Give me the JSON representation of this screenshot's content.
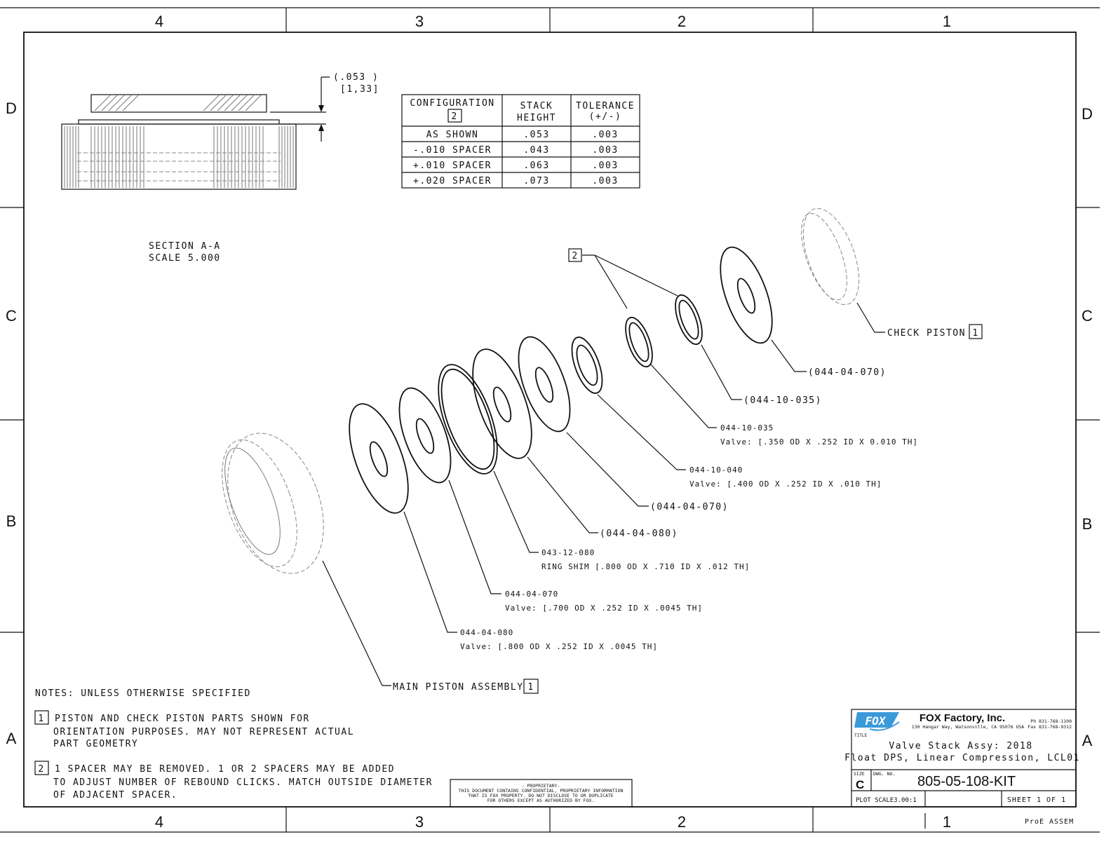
{
  "zones": {
    "columns": [
      "4",
      "3",
      "2",
      "1"
    ],
    "rows": [
      "D",
      "C",
      "B",
      "A"
    ]
  },
  "section": {
    "title": "SECTION  A-A",
    "scale": "SCALE  5.000",
    "dim_in": "(.053  )",
    "dim_mm": "[1,33]"
  },
  "config_table": {
    "headers": [
      "CONFIGURATION",
      "STACK",
      "HEIGHT",
      "TOLERANCE",
      "(+/-)"
    ],
    "config_flag": "2",
    "rows": [
      [
        "AS SHOWN",
        ".053",
        ".003"
      ],
      [
        "-.010 SPACER",
        ".043",
        ".003"
      ],
      [
        "+.010 SPACER",
        ".063",
        ".003"
      ],
      [
        "+.020 SPACER",
        ".073",
        ".003"
      ]
    ]
  },
  "callouts": {
    "flag2": "2",
    "check_piston": "CHECK PISTON",
    "check_flag": "1",
    "c1": "(044-04-070)",
    "c2": "(044-10-035)",
    "c3_pn": "044-10-035",
    "c3_desc": "Valve: [.350 OD X .252 ID X 0.010 TH]",
    "c4_pn": "044-10-040",
    "c4_desc": "Valve: [.400 OD X .252 ID X .010 TH]",
    "c5": "(044-04-070)",
    "c6": "(044-04-080)",
    "c7_pn": "043-12-080",
    "c7_desc": "RING SHIM [.800 OD X .710 ID X .012 TH]",
    "c8_pn": "044-04-070",
    "c8_desc": "Valve: [.700 OD X .252 ID X .0045 TH]",
    "c9_pn": "044-04-080",
    "c9_desc": "Valve: [.800 OD X .252 ID X .0045 TH]",
    "main_piston": "MAIN PISTON ASSEMBLY",
    "main_flag": "1"
  },
  "notes": {
    "heading": "NOTES: UNLESS OTHERWISE SPECIFIED",
    "n1_flag": "1",
    "n1": [
      "PISTON AND CHECK PISTON PARTS SHOWN FOR",
      "ORIENTATION PURPOSES. MAY NOT REPRESENT ACTUAL",
      "PART GEOMETRY"
    ],
    "n2_flag": "2",
    "n2": [
      "1 SPACER MAY BE REMOVED.  1 OR 2 SPACERS MAY BE ADDED",
      "TO ADJUST NUMBER OF REBOUND CLICKS. MATCH OUTSIDE DIAMETER",
      "OF ADJACENT SPACER."
    ]
  },
  "proprietary": [
    "- PROPRIETARY-",
    "THIS DOCUMENT CONTAINS CONFIDENTIAL, PROPRIETARY INFORMATION",
    "THAT IS FOX PROPERTY.  DO NOT DISCLOSE TO OR DUPLICATE",
    "FOR OTHERS EXCEPT AS AUTHORIZED BY FOX."
  ],
  "title_block": {
    "logo_text": "FOX",
    "company": "FOX Factory, Inc.",
    "address": "130 Hangar Way, Watsonville, CA 95076 USA",
    "phone": "Ph 831-768-1100",
    "fax": "Fax 831-768-9312",
    "title_label": "TITLE",
    "title_1": "Valve Stack Assy: 2018",
    "title_2": "Float DPS, Linear Compression, LCL01",
    "size_label": "SIZE",
    "size": "C",
    "dwg_label": "DWG. NO.",
    "dwg_no": "805-05-108-KIT",
    "plot_scale": "PLOT SCALE3.00:1",
    "sheet": "SHEET 1 OF 1",
    "software": "ProE ASSEM"
  },
  "colors": {
    "logo": "#3a9ad9",
    "ink": "#111111"
  }
}
